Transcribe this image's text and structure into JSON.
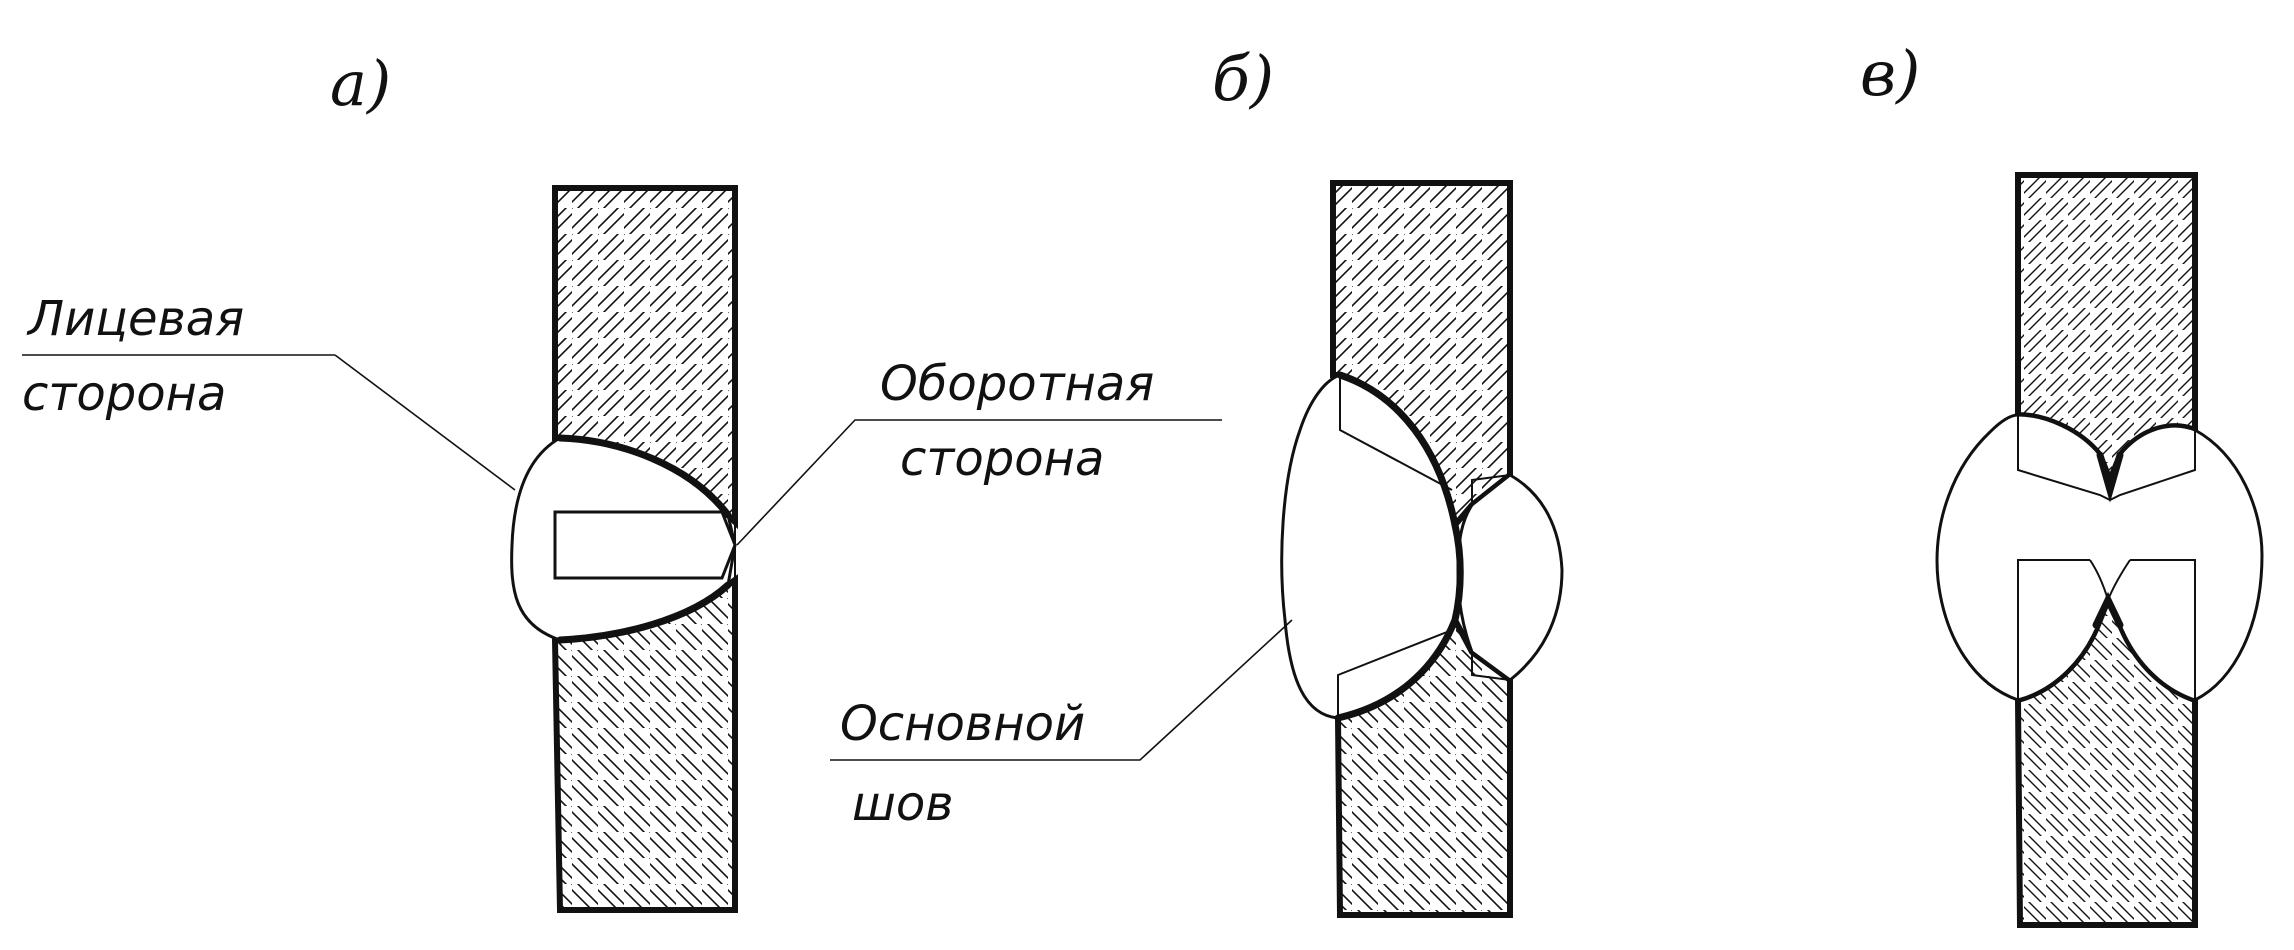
{
  "panels": [
    {
      "letter": "а)"
    },
    {
      "letter": "б)"
    },
    {
      "letter": "в)"
    }
  ],
  "labels": {
    "face_side_line1": "Лицевая",
    "face_side_line2": "сторона",
    "back_side_line1": "Оборотная",
    "back_side_line2": "сторона",
    "main_seam_line1": "Основной",
    "main_seam_line2": "шов"
  },
  "colors": {
    "ink": "#111111",
    "paper": "#ffffff"
  }
}
